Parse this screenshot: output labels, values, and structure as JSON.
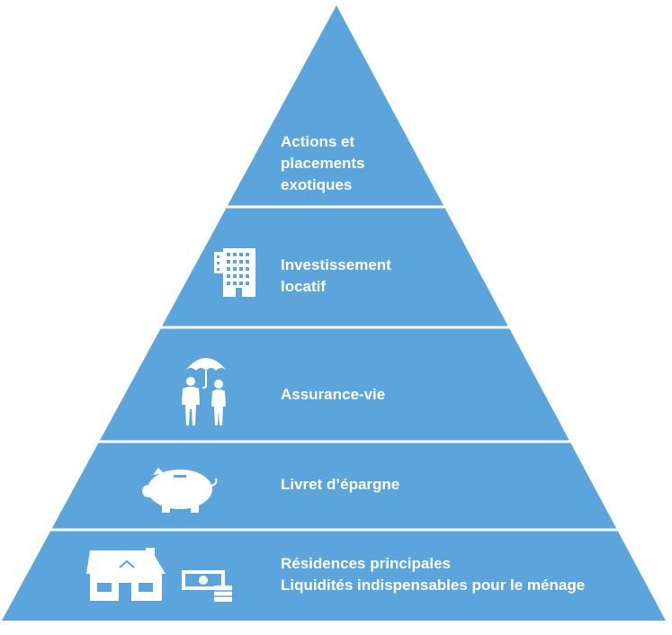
{
  "diagram": {
    "fill_color": "#5ba5dc",
    "divider_color": "#ffffff",
    "icon_color": "#ffffff",
    "tiers": [
      {
        "lines": [
          "Actions et",
          "placements",
          "exotiques"
        ],
        "icons": []
      },
      {
        "lines": [
          "Investissement",
          "locatif"
        ],
        "icons": [
          "office-building-icon"
        ]
      },
      {
        "lines": [
          "Assurance-vie"
        ],
        "icons": [
          "umbrella-icon",
          "couple-icon"
        ]
      },
      {
        "lines": [
          "Livret d’épargne"
        ],
        "icons": [
          "piggy-bank-icon"
        ]
      },
      {
        "lines": [
          "Résidences principales",
          "Liquidités indispensables pour le ménage"
        ],
        "icons": [
          "house-icon",
          "banknote-coins-icon"
        ]
      }
    ]
  }
}
